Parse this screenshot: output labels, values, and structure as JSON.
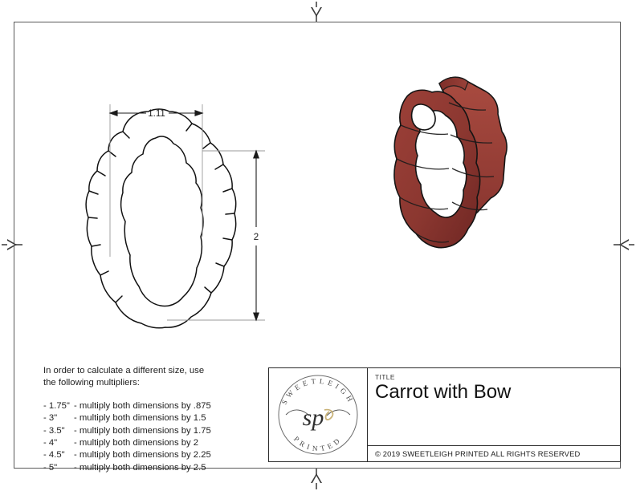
{
  "document": {
    "type": "technical-drawing",
    "sheet_background": "#ffffff",
    "frame_color": "#595959"
  },
  "dimensions": {
    "width_label": "1.11",
    "height_label": "2",
    "units": "inches"
  },
  "notes": {
    "intro_line_1": "In order to calculate a different size, use",
    "intro_line_2": "the following multipliers:",
    "rows": [
      {
        "size": "- 1.75\"",
        "text": "- multiply both dimensions by .875"
      },
      {
        "size": "- 3\"",
        "text": "- multiply both dimensions by 1.5"
      },
      {
        "size": "- 3.5\"",
        "text": "- multiply both dimensions by 1.75"
      },
      {
        "size": "- 4\"",
        "text": "- multiply both dimensions by 2"
      },
      {
        "size": "- 4.5\"",
        "text": "- multiply both dimensions by 2.25"
      },
      {
        "size": "- 5\"",
        "text": "- multiply both dimensions by 2.5"
      }
    ]
  },
  "title_block": {
    "title_label": "TITLE",
    "title": "Carrot with Bow",
    "copyright": "© 2019  SWEETLEIGH PRINTED  ALL RIGHTS RESERVED",
    "logo": {
      "top_arc_text": "SWEETLEIGH",
      "bottom_arc_text": "PRINTED",
      "monogram": "sp",
      "accent_color": "#c9b277",
      "ink_color": "#3b3b3b"
    }
  },
  "render": {
    "name": "carrot-with-bow-cookie-cutter",
    "color_face": "#8e3a34",
    "color_shadow": "#6f2724",
    "color_highlight": "#a44a41",
    "color_edge": "#1a1a1a"
  },
  "markers": {
    "top": "center-mark-down",
    "bottom": "center-mark-up",
    "left": "center-mark-right",
    "right": "center-mark-left"
  }
}
